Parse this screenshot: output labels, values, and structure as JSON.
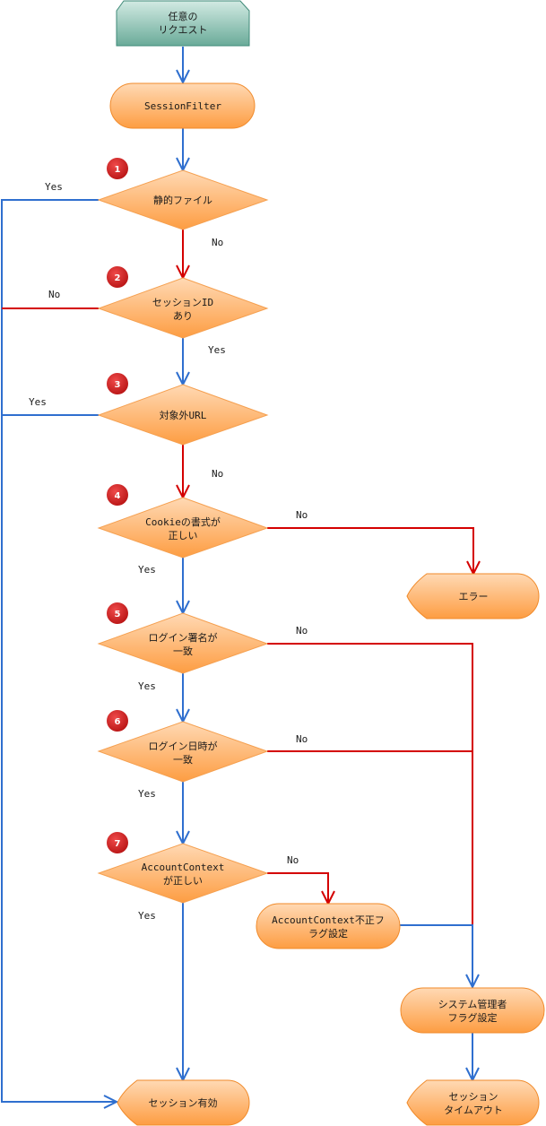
{
  "colors": {
    "yes_line": "#2f6fcf",
    "no_line": "#d40000",
    "node_fill_top": "#ffd7b0",
    "node_fill_bottom": "#fd9f45",
    "node_stroke": "#f08a2a",
    "start_fill_top": "#cfe8e0",
    "start_fill_bottom": "#6aac9a",
    "start_stroke": "#3f8a78",
    "badge": "#d42020"
  },
  "nodes": {
    "start": {
      "lines": [
        "任意の",
        "リクエスト"
      ]
    },
    "session_filter": {
      "lines": [
        "SessionFilter"
      ]
    },
    "d1": {
      "badge": "1",
      "lines": [
        "静的ファイル"
      ]
    },
    "d2": {
      "badge": "2",
      "lines": [
        "セッションID",
        "あり"
      ]
    },
    "d3": {
      "badge": "3",
      "lines": [
        "対象外URL"
      ]
    },
    "d4": {
      "badge": "4",
      "lines": [
        "Cookieの書式が",
        "正しい"
      ]
    },
    "d5": {
      "badge": "5",
      "lines": [
        "ログイン署名が",
        "一致"
      ]
    },
    "d6": {
      "badge": "6",
      "lines": [
        "ログイン日時が",
        "一致"
      ]
    },
    "d7": {
      "badge": "7",
      "lines": [
        "AccountContext",
        "が正しい"
      ]
    },
    "error": {
      "lines": [
        "エラー"
      ]
    },
    "ac_flag": {
      "lines": [
        "AccountContext不正フ",
        "ラグ設定"
      ]
    },
    "admin_flag": {
      "lines": [
        "システム管理者",
        "フラグ設定"
      ]
    },
    "session_valid": {
      "lines": [
        "セッション有効"
      ]
    },
    "session_timeout": {
      "lines": [
        "セッション",
        "タイムアウト"
      ]
    }
  },
  "edge_labels": {
    "d1_yes": "Yes",
    "d1_no": "No",
    "d2_no": "No",
    "d2_yes": "Yes",
    "d3_yes": "Yes",
    "d3_no": "No",
    "d4_no": "No",
    "d4_yes": "Yes",
    "d5_no": "No",
    "d5_yes": "Yes",
    "d6_no": "No",
    "d6_yes": "Yes",
    "d7_no": "No",
    "d7_yes": "Yes"
  }
}
